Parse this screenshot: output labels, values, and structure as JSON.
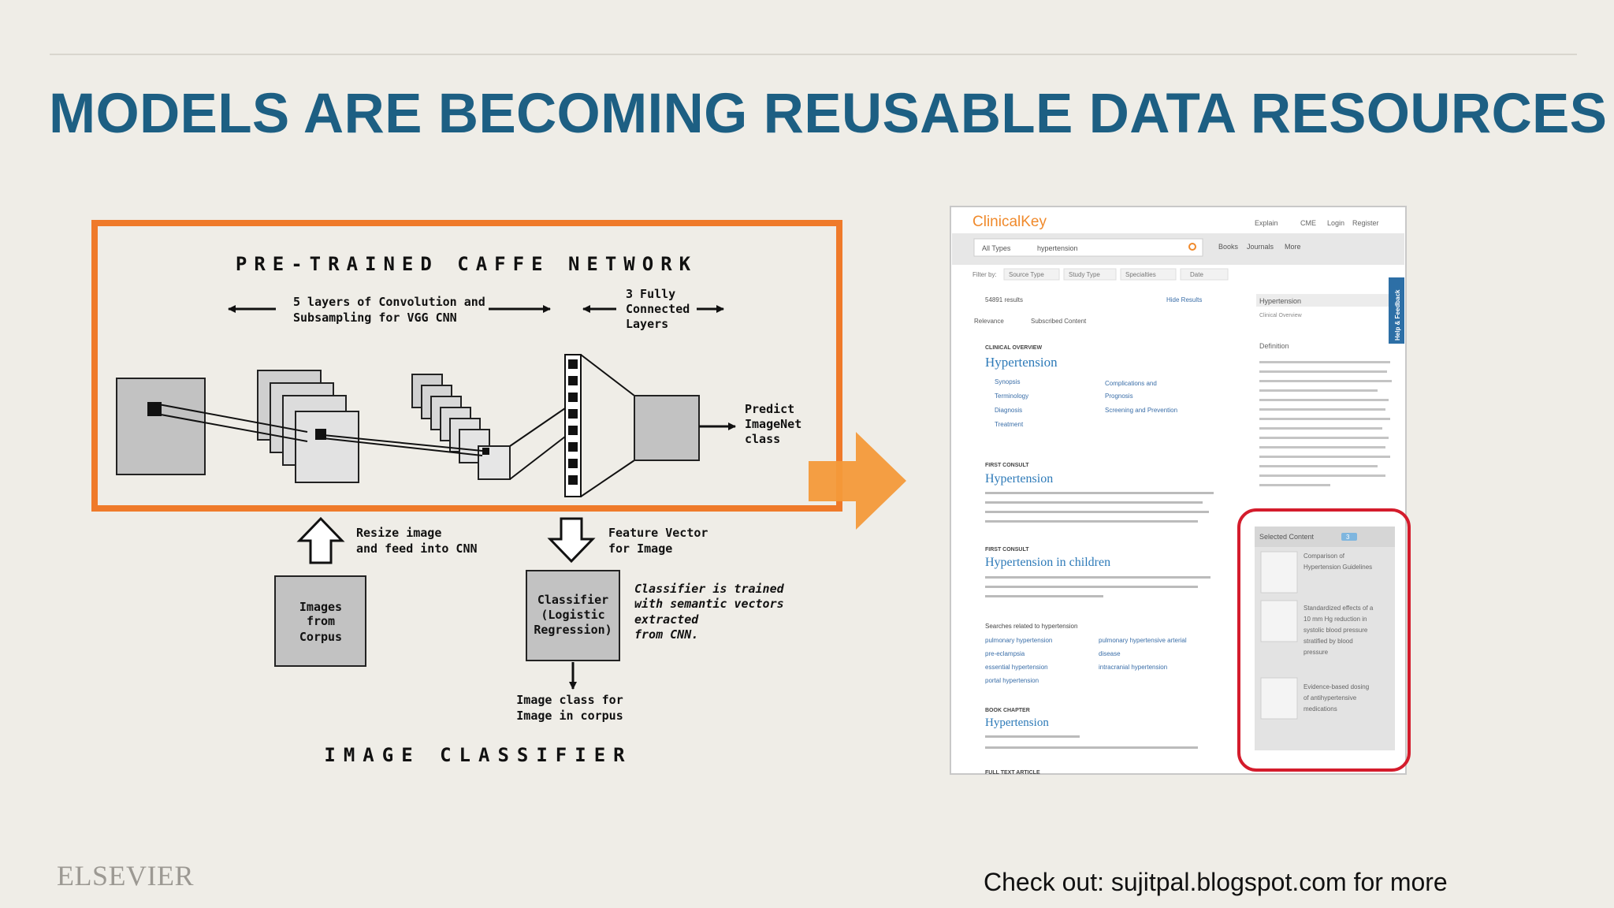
{
  "slide": {
    "title": "MODELS ARE BECOMING REUSABLE DATA RESOURCES",
    "logo": "ELSEVIER",
    "footer": "Check out: sujitpal.blogspot.com for more"
  },
  "diagram": {
    "network_title": "PRE-TRAINED CAFFE NETWORK",
    "conv_label_1": "5 layers of Convolution and",
    "conv_label_2": "Subsampling for VGG CNN",
    "fc_label_1": "3 Fully",
    "fc_label_2": "Connected",
    "fc_label_3": "Layers",
    "predict_1": "Predict",
    "predict_2": "ImageNet",
    "predict_3": "class",
    "resize_1": "Resize image",
    "resize_2": "and feed into CNN",
    "feature_1": "Feature Vector",
    "feature_2": "for Image",
    "images_1": "Images",
    "images_2": "from",
    "images_3": "Corpus",
    "classifier_1": "Classifier",
    "classifier_2": "(Logistic",
    "classifier_3": "Regression)",
    "trained_1": "Classifier is trained",
    "trained_2": "with semantic vectors",
    "trained_3": "extracted",
    "trained_4": "from CNN.",
    "imageclass_1": "Image class for",
    "imageclass_2": "Image in corpus",
    "classifier_title": "IMAGE CLASSIFIER",
    "colors": {
      "frame": "#ef7a2a",
      "arrow": "#f39a3a",
      "highlight": "#d41c2c"
    }
  },
  "screenshot": {
    "brand": "ClinicalKey",
    "nav_links": [
      "Explain",
      "CME",
      "Login",
      "Register"
    ],
    "search_type": "All Types",
    "search_value": "hypertension",
    "tab_links": [
      "Books",
      "Journals",
      "More"
    ],
    "filter_label": "Filter by:",
    "filters": [
      "Source Type",
      "Study Type",
      "Specialties",
      "Date"
    ],
    "results_count": "54891 results",
    "hide_results": "Hide Results",
    "relevance": "Relevance",
    "subscribed": "Subscribed Content",
    "results": [
      {
        "category": "CLINICAL OVERVIEW",
        "title": "Hypertension"
      },
      {
        "category": "FIRST CONSULT",
        "title": "Hypertension"
      },
      {
        "category": "FIRST CONSULT",
        "title": "Hypertension in children"
      },
      {
        "category": "BOOK CHAPTER",
        "title": "Hypertension"
      },
      {
        "category": "FULL TEXT ARTICLE",
        "title": ""
      }
    ],
    "overview_links_left": [
      "Synopsis",
      "Terminology",
      "Diagnosis",
      "Treatment"
    ],
    "overview_links_right": [
      "Complications and",
      "Prognosis",
      "Screening and Prevention"
    ],
    "searches_related": "Searches related to hypertension",
    "related_left": [
      "pulmonary hypertension",
      "pre-eclampsia",
      "essential hypertension",
      "portal hypertension"
    ],
    "related_right": [
      "pulmonary hypertensive arterial",
      "disease",
      "intracranial hypertension"
    ],
    "side_title": "Hypertension",
    "side_sub": "Clinical Overview",
    "definition": "Definition",
    "side_tab": "Help & Feedback",
    "selected_content": "Selected Content",
    "selected_count": "3",
    "selected_items": [
      [
        "Comparison of",
        "Hypertension Guidelines"
      ],
      [
        "Standardized effects of a",
        "10 mm Hg reduction in",
        "systolic blood pressure",
        "stratified by blood",
        "pressure"
      ],
      [
        "Evidence-based dosing",
        "of antihypertensive",
        "medications"
      ]
    ]
  }
}
